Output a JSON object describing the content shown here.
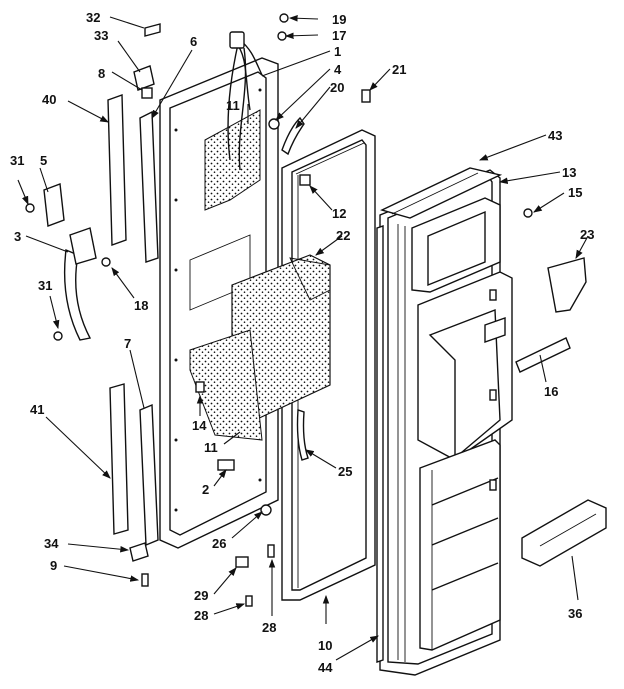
{
  "diagram": {
    "callouts": {
      "c1": "1",
      "c2": "2",
      "c3": "3",
      "c4": "4",
      "c5": "5",
      "c6": "6",
      "c7": "7",
      "c8": "8",
      "c9": "9",
      "c10": "10",
      "c11a": "11",
      "c11b": "11",
      "c12": "12",
      "c13": "13",
      "c14": "14",
      "c15": "15",
      "c16": "16",
      "c17": "17",
      "c18": "18",
      "c19": "19",
      "c20": "20",
      "c21": "21",
      "c22": "22",
      "c23": "23",
      "c25": "25",
      "c26": "26",
      "c28a": "28",
      "c28b": "28",
      "c29": "29",
      "c31a": "31",
      "c31b": "31",
      "c32": "32",
      "c33": "33",
      "c34": "34",
      "c36": "36",
      "c40": "40",
      "c41": "41",
      "c43": "43",
      "c44": "44"
    }
  }
}
